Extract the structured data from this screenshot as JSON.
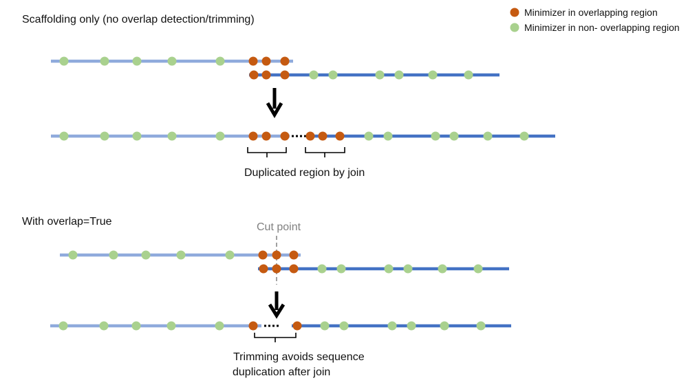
{
  "colors": {
    "contig_left": "#8FAADC",
    "contig_right": "#4472C4",
    "minimizer_overlap": "#C55A11",
    "minimizer_nonoverlap": "#A9D18E",
    "cut_line": "#808080",
    "arrow": "#000000",
    "bracket": "#000000"
  },
  "legend": {
    "items": [
      {
        "label": "Minimizer in overlapping region",
        "color_key": "minimizer_overlap"
      },
      {
        "label": "Minimizer in non- overlapping region",
        "color_key": "minimizer_nonoverlap"
      }
    ]
  },
  "panel_scaffold": {
    "title": "Scaffolding only (no overlap detection/trimming)",
    "caption": "Duplicated region by join"
  },
  "panel_overlap": {
    "title": "With overlap=True",
    "cut_label": "Cut point",
    "caption_line1": "Trimming avoids sequence",
    "caption_line2": "duplication after join"
  }
}
